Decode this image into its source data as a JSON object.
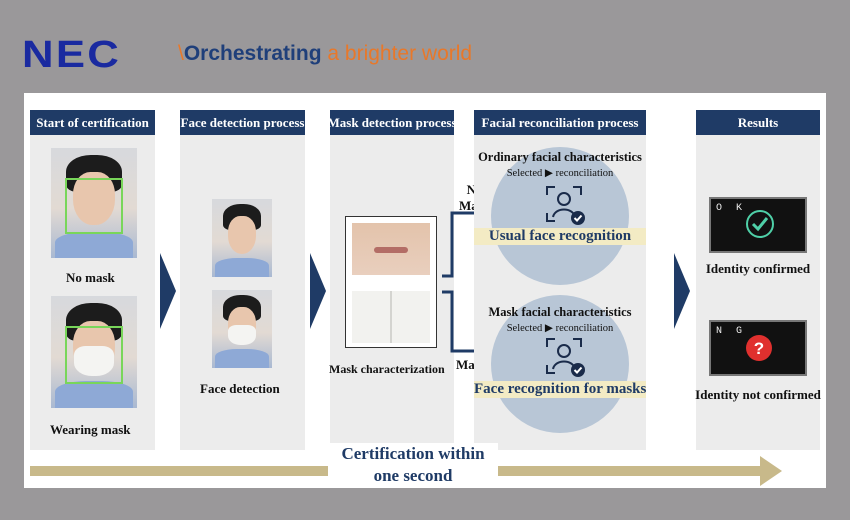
{
  "header": {
    "logo_text": "NEC",
    "tagline_slash": "\\",
    "tagline_bold": "Orchestrating",
    "tagline_rest": " a brighter world"
  },
  "columns": [
    {
      "title": "Start of certification"
    },
    {
      "title": "Face detection process"
    },
    {
      "title": "Mask detection process"
    },
    {
      "title": "Facial reconciliation process"
    },
    {
      "title": "Results"
    }
  ],
  "start": {
    "no_mask_label": "No mask",
    "mask_label": "Wearing mask"
  },
  "detection": {
    "caption": "Face detection"
  },
  "mask_detect": {
    "caption": "Mask characterization"
  },
  "branches": {
    "no_mask_line1": "No",
    "no_mask_line2": "Mask",
    "mask": "Mask"
  },
  "reconcile": {
    "ordinary_title": "Ordinary facial characteristics",
    "ordinary_sub": "Selected ▶ reconciliation",
    "ordinary_result": "Usual face recognition",
    "mask_title": "Mask facial characteristics",
    "mask_sub": "Selected ▶ reconciliation",
    "mask_result": "Face recognition for masks"
  },
  "results": {
    "ok_label": "O K",
    "ok_caption": "Identity confirmed",
    "ng_label": "N G",
    "ng_caption": "Identity not confirmed"
  },
  "timeline": {
    "line1": "Certification within",
    "line2": "one second"
  },
  "colors": {
    "navy": "#1f3b66",
    "ok_green": "#4fd0a8",
    "ng_red": "#e0302e",
    "timeline": "#c8b98a"
  }
}
